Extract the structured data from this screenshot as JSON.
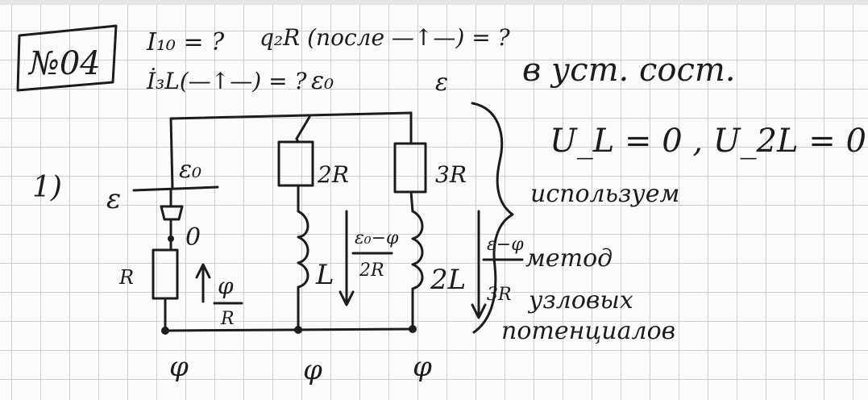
{
  "problem": {
    "number": "№04",
    "unknowns": {
      "line1_a": "I₁₀ = ?",
      "line1_b": "q₂R (после —↑—) = ?",
      "line2": "İ₃L(—↑—) = ?"
    },
    "condition": "в уст. сост.",
    "steady_state_eq": "U_L = 0 ,  U_2L = 0",
    "method": [
      "используем",
      "метод",
      "узловых",
      "потенциалов"
    ],
    "step": "1)"
  },
  "circuit": {
    "source_label": "ε",
    "node_labels": {
      "left_mid": "ε₀",
      "top_mid": "ε₀",
      "top_right": "ε",
      "zero_node": "0",
      "bottom_left": "φ",
      "bottom_mid": "φ",
      "bottom_right": "φ"
    },
    "components": {
      "r": "R",
      "r2": "2R",
      "r3": "3R",
      "l1": "L",
      "l2": "2L"
    },
    "currents": {
      "left_num": "φ",
      "left_den": "R",
      "mid_num": "ε₀−φ",
      "mid_den": "2R",
      "right_num": "ε−φ",
      "right_den": "3R"
    }
  }
}
